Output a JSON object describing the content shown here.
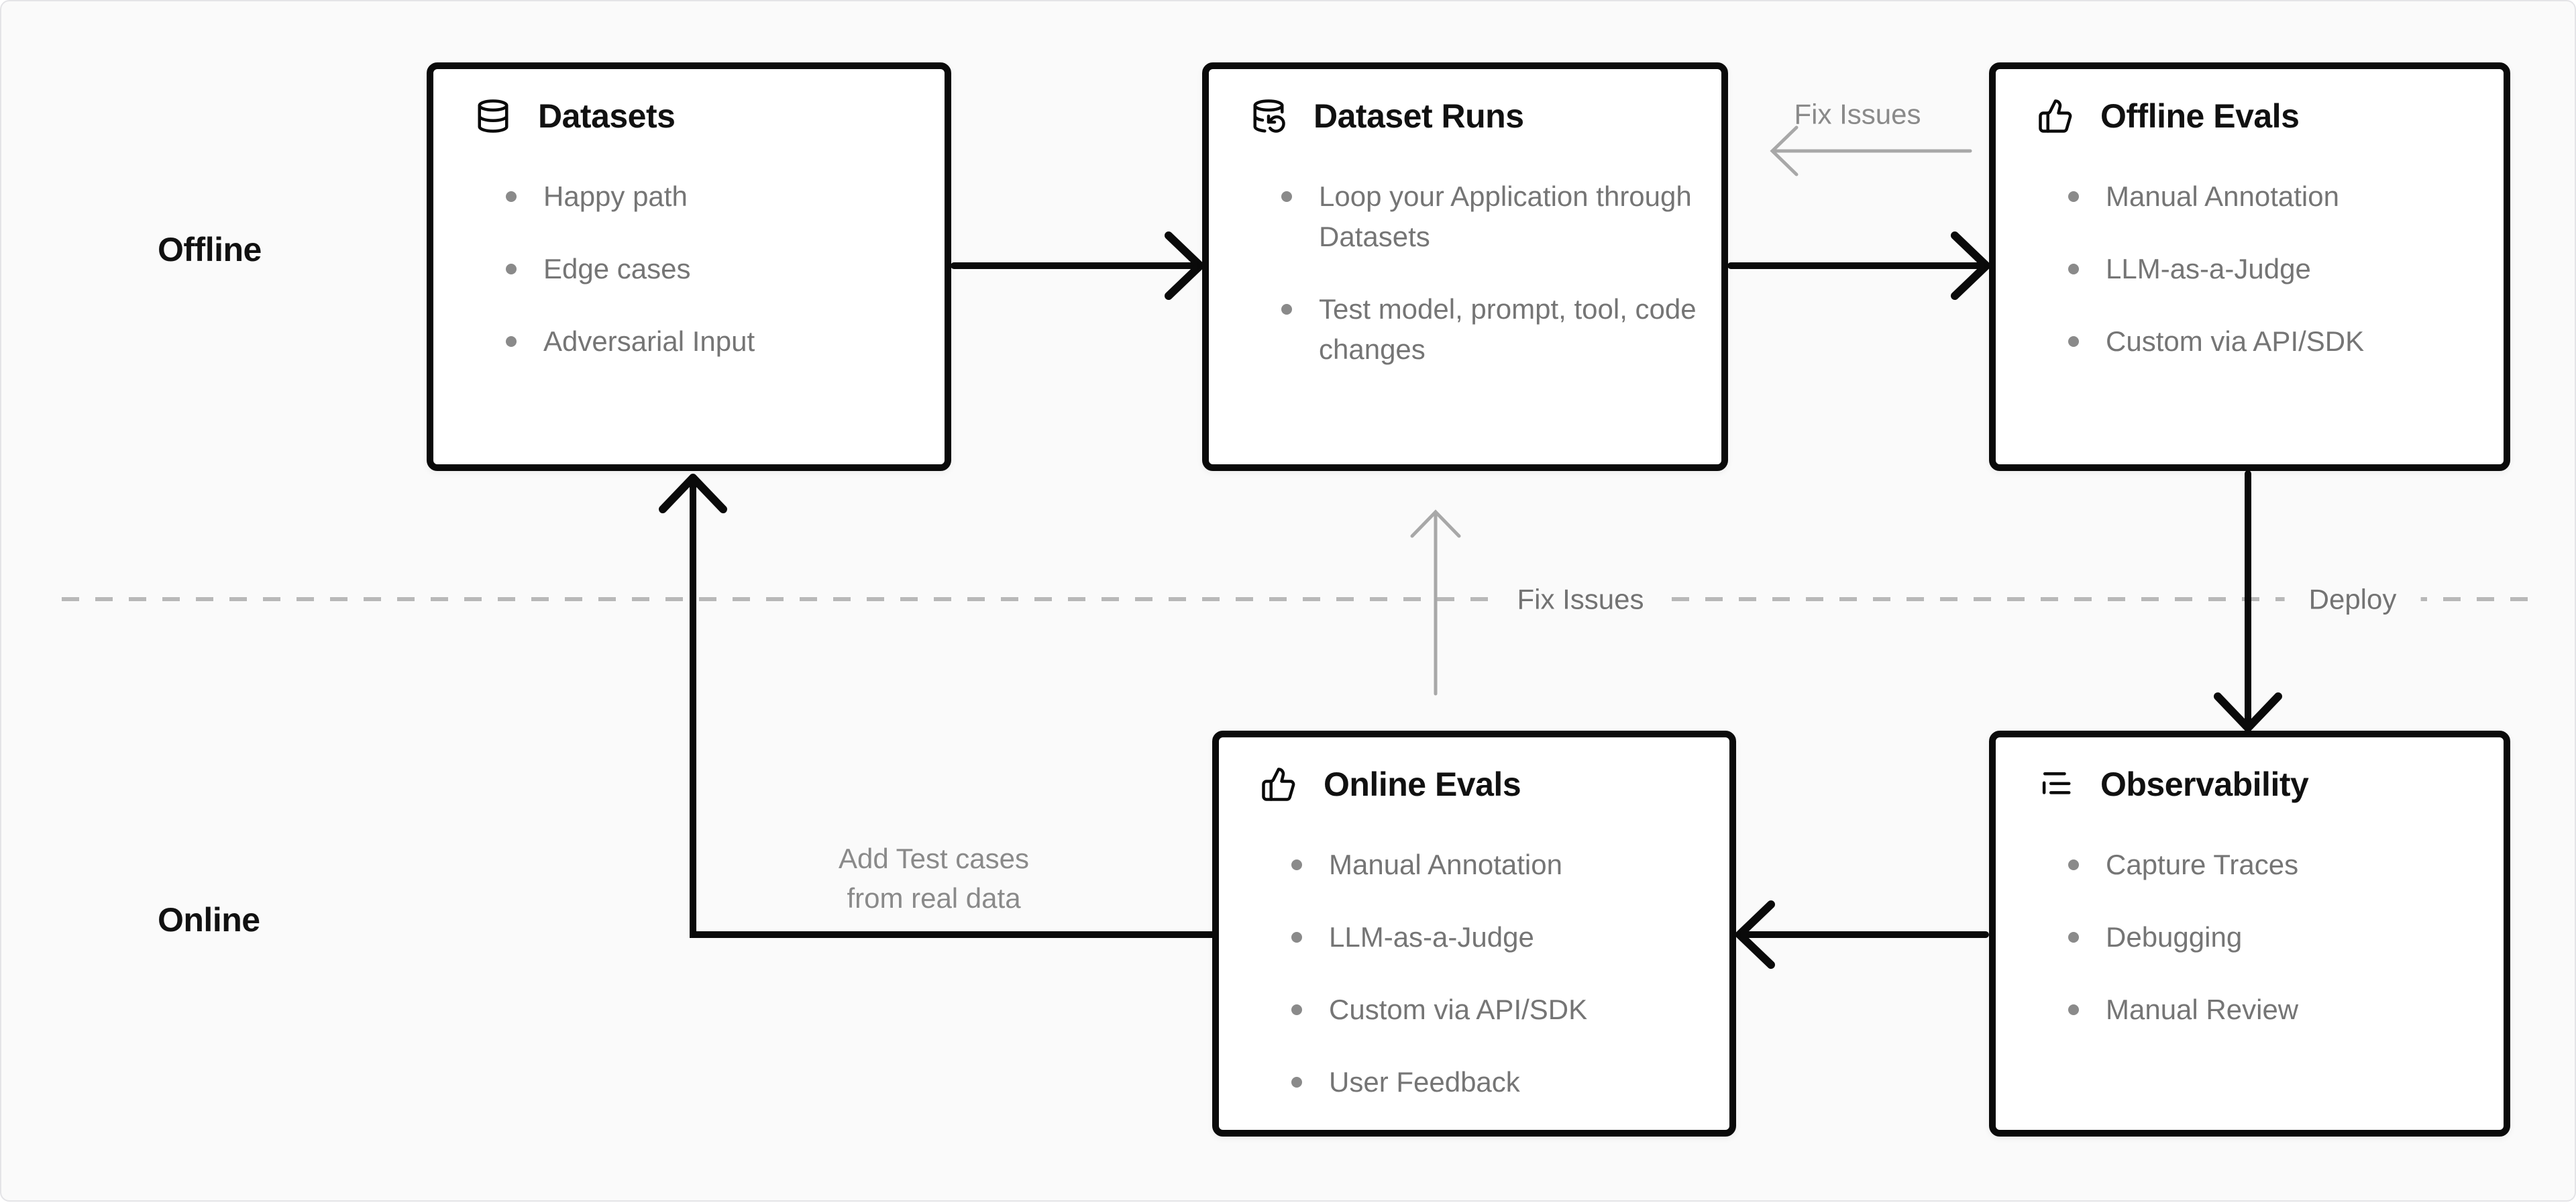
{
  "canvas": {
    "background": "#fafafa",
    "card_background": "#ffffff",
    "card_border": "#0a0a0a",
    "bullet_text": "#757575",
    "edge_label_text": "#8a8a8a",
    "gray_arrow": "#a8a8a8",
    "dash_color": "#b8b8b8"
  },
  "sections": {
    "offline_label": "Offline",
    "online_label": "Online"
  },
  "cards": {
    "datasets": {
      "icon": "database-icon",
      "title": "Datasets",
      "bullets": [
        "Happy path",
        "Edge cases",
        "Adversarial Input"
      ]
    },
    "dataset_runs": {
      "icon": "database-refresh-icon",
      "title": "Dataset Runs",
      "bullets": [
        "Loop your Application through Datasets",
        "Test model, prompt, tool, code changes"
      ]
    },
    "offline_evals": {
      "icon": "thumbs-up-icon",
      "title": "Offline Evals",
      "bullets": [
        "Manual Annotation",
        "LLM-as-a-Judge",
        "Custom via API/SDK"
      ]
    },
    "online_evals": {
      "icon": "thumbs-up-icon",
      "title": "Online Evals",
      "bullets": [
        "Manual Annotation",
        "LLM-as-a-Judge",
        "Custom via API/SDK",
        "User Feedback"
      ]
    },
    "observability": {
      "icon": "logs-icon",
      "title": "Observability",
      "bullets": [
        "Capture Traces",
        "Debugging",
        "Manual Review"
      ]
    }
  },
  "edges": {
    "fix_issues_top": "Fix Issues",
    "fix_issues_mid": "Fix Issues",
    "deploy": "Deploy",
    "add_test_cases": "Add Test cases\nfrom real data"
  }
}
